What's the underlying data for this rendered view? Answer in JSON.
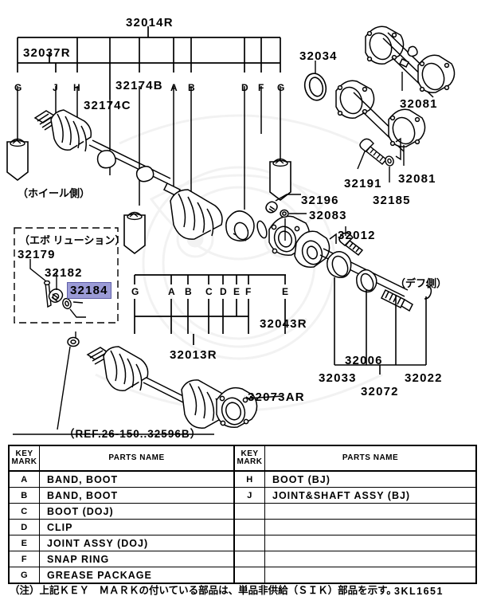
{
  "drawing": {
    "number": "3KL1651",
    "note": "（注）上記ＫＥＹ　ＭＡＲＫの付いている部品は、単品非供給（ＳＩＫ）部品を示す。",
    "highlight_color": "#9b9bd6"
  },
  "annotations": {
    "wheel_side": "（ホイール側）",
    "diff_side": "（デフ側）",
    "evolution": "（エボ リューション）",
    "reference": "（REF.26-150..32596B）"
  },
  "part_numbers": {
    "top_assy": "32014R",
    "bj_assy": "32037R",
    "shaft_b": "32174B",
    "shaft_c": "32174C",
    "doj_assy": "32013R",
    "boot_kit": "32043R",
    "evo_1": "32179",
    "evo_2": "32182",
    "evo_3_highlighted": "32184",
    "oil_seal": "32034",
    "tube_upper": "32081",
    "tube_lower": "32081",
    "bolt": "32191",
    "washer_small": "32185",
    "nut": "32196",
    "washer": "32083",
    "bolt_diff": "32012",
    "bearing_1": "32033",
    "bearing_2": "32006",
    "snap_ring": "32022",
    "shaft_diff": "32072",
    "flange": "32073AR"
  },
  "key_marks": {
    "top_row": [
      "G",
      "J",
      "H",
      "A",
      "B",
      "D",
      "F",
      "G"
    ],
    "bottom_row": [
      "G",
      "A",
      "B",
      "C",
      "D",
      "E",
      "F",
      "E"
    ]
  },
  "table": {
    "headers": {
      "key_line1": "KEY",
      "key_line2": "MARK",
      "name": "PARTS NAME"
    },
    "left_rows": [
      {
        "key": "A",
        "name": "BAND, BOOT"
      },
      {
        "key": "B",
        "name": "BAND, BOOT"
      },
      {
        "key": "C",
        "name": "BOOT (DOJ)"
      },
      {
        "key": "D",
        "name": "CLIP"
      },
      {
        "key": "E",
        "name": "JOINT ASSY (DOJ)"
      },
      {
        "key": "F",
        "name": "SNAP RING"
      },
      {
        "key": "G",
        "name": "GREASE PACKAGE"
      }
    ],
    "right_rows": [
      {
        "key": "H",
        "name": "BOOT (BJ)"
      },
      {
        "key": "J",
        "name": "JOINT&SHAFT ASSY (BJ)"
      },
      {
        "key": "",
        "name": ""
      },
      {
        "key": "",
        "name": ""
      },
      {
        "key": "",
        "name": ""
      },
      {
        "key": "",
        "name": ""
      },
      {
        "key": "",
        "name": ""
      }
    ]
  }
}
